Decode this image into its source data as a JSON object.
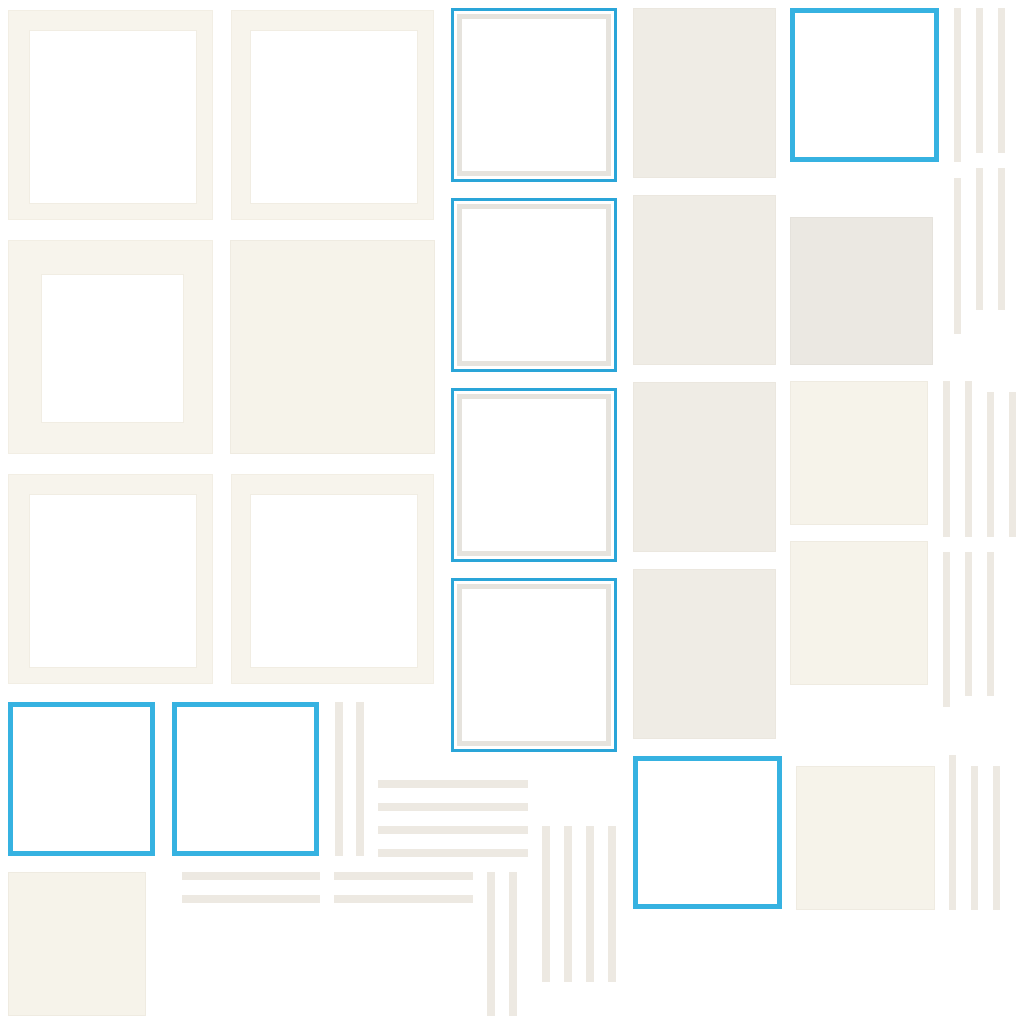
{
  "sheet": {
    "background": "#ffffff",
    "colors": {
      "cream": "#f7f4ec",
      "beige": "#efece5",
      "gray": "#ebe8e2",
      "bar": "#ede9e2",
      "blue": "#36b2e1"
    },
    "tiles": [
      "frame-cream",
      "frame-cream",
      "frame-cream-small-window",
      "panel-cream",
      "frame-cream",
      "frame-cream",
      "frame-blue",
      "frame-blue",
      "frame-blue",
      "frame-blue-gray",
      "panel-beige",
      "panel-gray",
      "panel-cream",
      "bar-v",
      "bar-h"
    ]
  }
}
